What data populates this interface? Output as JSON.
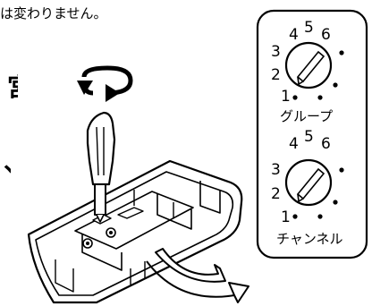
{
  "top_text": "は変わりません。",
  "clipped_fragments": [
    "宮",
    "、"
  ],
  "dials": [
    {
      "numbers": [
        "1",
        "2",
        "3",
        "4",
        "5",
        "6"
      ],
      "label": "グループ"
    },
    {
      "numbers": [
        "1",
        "2",
        "3",
        "4",
        "5",
        "6"
      ],
      "label": "チャンネル"
    }
  ],
  "icons": {
    "rotate": "rotate-both-ways-icon",
    "screwdriver": "screwdriver-icon",
    "arrow": "curved-arrow-icon",
    "device": "device-base-illustration"
  }
}
